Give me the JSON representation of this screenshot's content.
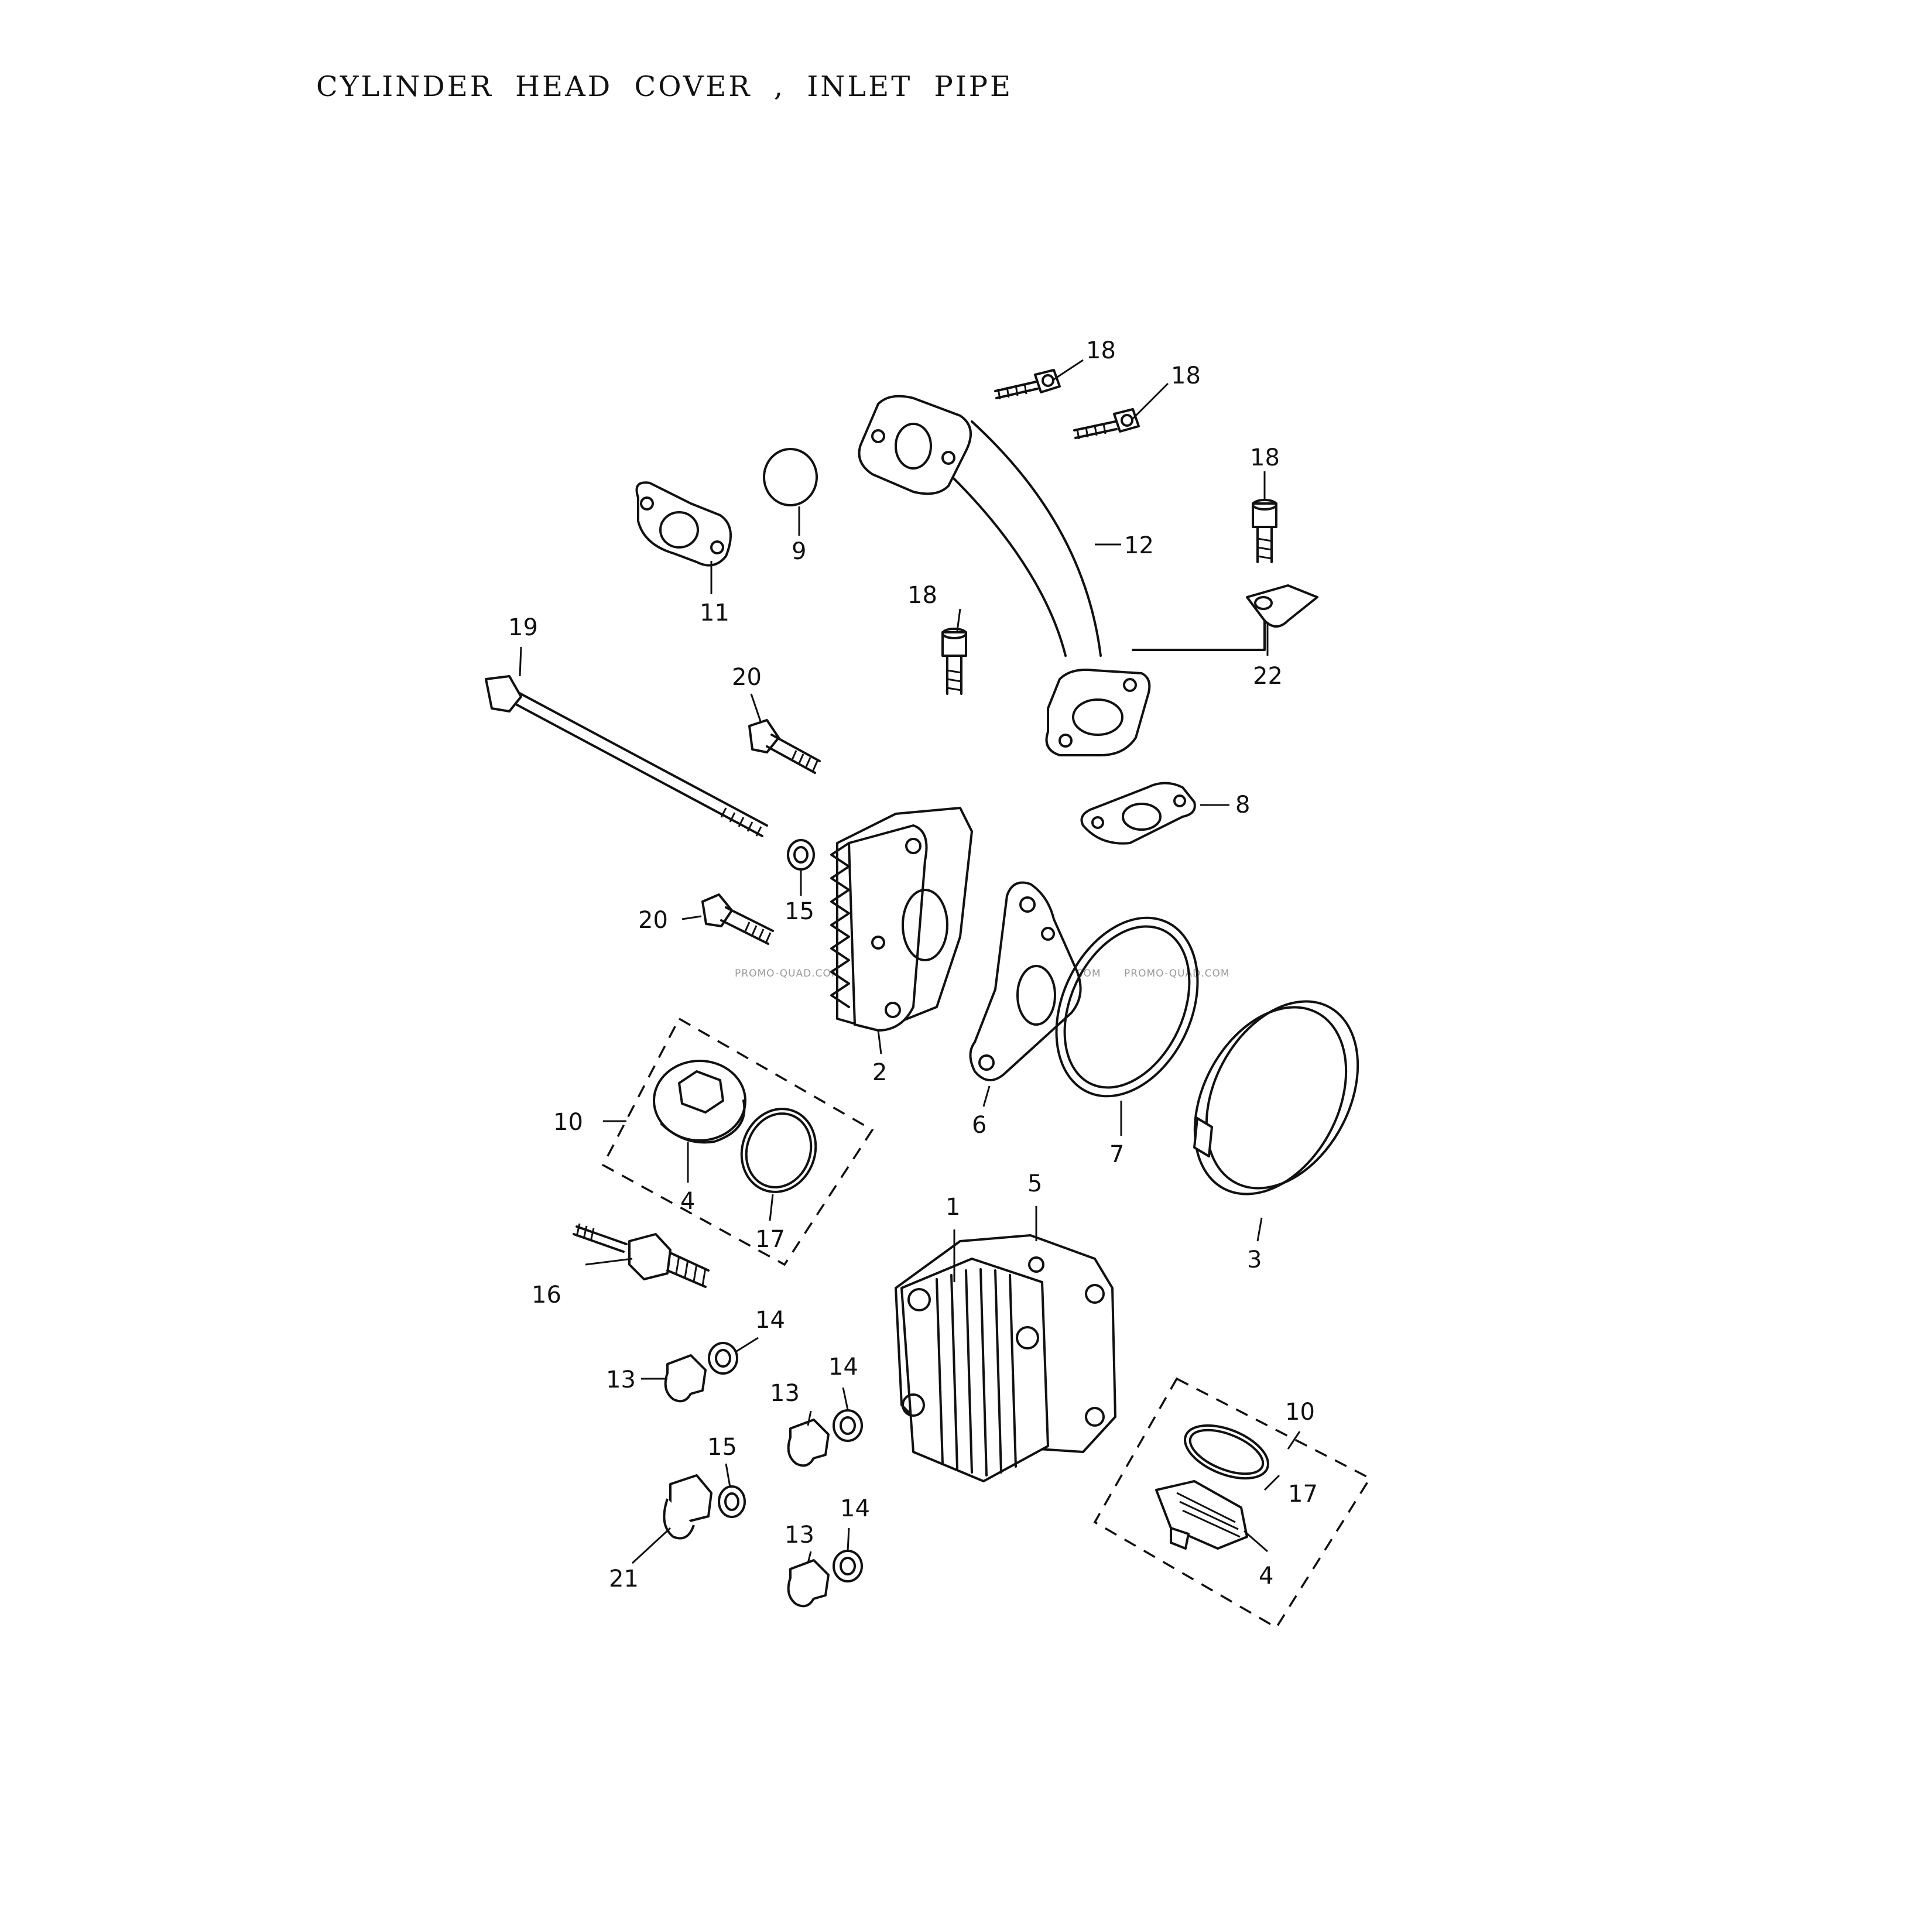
{
  "title": "CYLINDER HEAD COVER , INLET PIPE",
  "watermark": "PROMO-QUAD.COM",
  "callouts": {
    "c1": "1",
    "c2": "2",
    "c3": "3",
    "c4a": "4",
    "c4b": "4",
    "c5": "5",
    "c6": "6",
    "c7": "7",
    "c8": "8",
    "c9": "9",
    "c10a": "10",
    "c10b": "10",
    "c11": "11",
    "c12": "12",
    "c13a": "13",
    "c13b": "13",
    "c13c": "13",
    "c14a": "14",
    "c14b": "14",
    "c14c": "14",
    "c15a": "15",
    "c15b": "15",
    "c16": "16",
    "c17a": "17",
    "c17b": "17",
    "c18a": "18",
    "c18b": "18",
    "c18c": "18",
    "c18d": "18",
    "c19": "19",
    "c20a": "20",
    "c20b": "20",
    "c21": "21",
    "c22": "22"
  }
}
